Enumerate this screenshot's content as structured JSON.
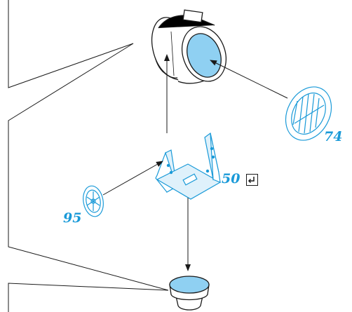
{
  "colors": {
    "line": "#1a1a1a",
    "part_fill": "#8fd0f2",
    "callout": "#1a9ad8",
    "bracket_fill": "#dff1fb"
  },
  "callouts": {
    "label_74": "74",
    "label_50": "50",
    "label_95": "95"
  },
  "icons": {
    "return": "return-arrow-icon"
  }
}
